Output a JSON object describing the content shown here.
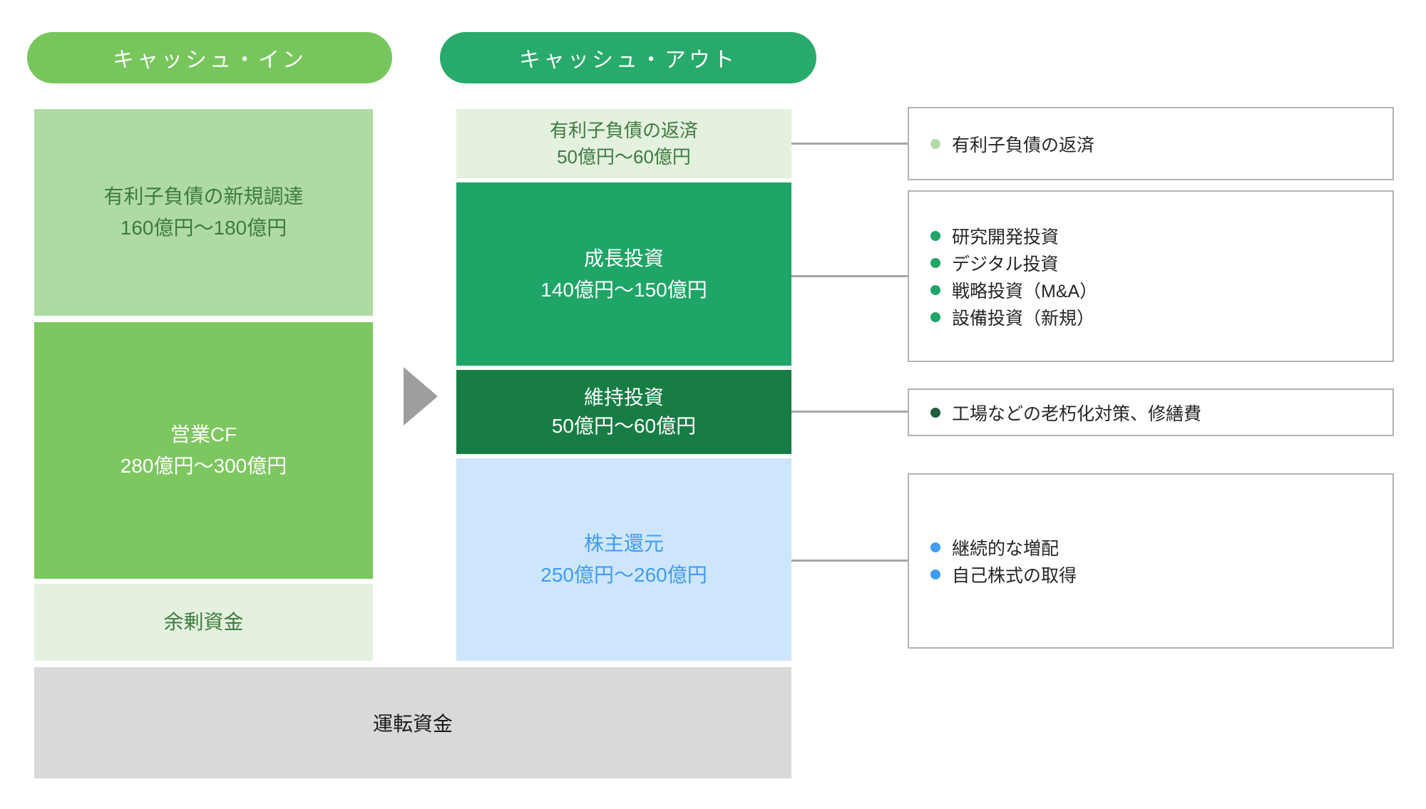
{
  "headers": {
    "cash_in": "キャッシュ・イン",
    "cash_out": "キャッシュ・アウト"
  },
  "cash_in": {
    "debt_new": {
      "title": "有利子負債の新規調達",
      "amount": "160億円～180億円"
    },
    "operating_cf": {
      "title": "営業CF",
      "amount": "280億円～300億円"
    },
    "surplus": {
      "title": "余剰資金"
    }
  },
  "cash_out": {
    "debt_repayment": {
      "title": "有利子負債の返済",
      "amount": "50億円～60億円"
    },
    "growth": {
      "title": "成長投資",
      "amount": "140億円～150億円"
    },
    "maintenance": {
      "title": "維持投資",
      "amount": "50億円～60億円"
    },
    "shareholder": {
      "title": "株主還元",
      "amount": "250億円～260億円"
    }
  },
  "working_capital": {
    "title": "運転資金"
  },
  "detail_boxes": [
    {
      "bullet_color": "#B5DBA6",
      "items": [
        "有利子負債の返済"
      ]
    },
    {
      "bullet_color": "#1FA567",
      "items": [
        "研究開発投資",
        "デジタル投資",
        "戦略投資（M&A）",
        "設備投資（新規）"
      ]
    },
    {
      "bullet_color": "#215C3D",
      "items": [
        "工場などの老朽化対策、修繕費"
      ]
    },
    {
      "bullet_color": "#3E9CF5",
      "items": [
        "継続的な増配",
        "自己株式の取得"
      ]
    }
  ],
  "colors": {
    "cash_in_pill": "#77C65C",
    "cash_out_pill": "#27AA6B",
    "pale_green_block": "#E4F1DF",
    "light_green_block": "#AFDBA3",
    "medium_green_block": "#7CC75F",
    "green_block": "#1FA567",
    "dark_green_block": "#177D45",
    "light_blue_block": "#CEE6FB",
    "blue_text": "#3E9CF5",
    "dark_green_text": "#3E7B3F",
    "gray_block": "#D9D9D9",
    "connector_line": "#A6A6A6",
    "arrow": "#9E9E9E",
    "box_border": "#B3B3B3"
  }
}
